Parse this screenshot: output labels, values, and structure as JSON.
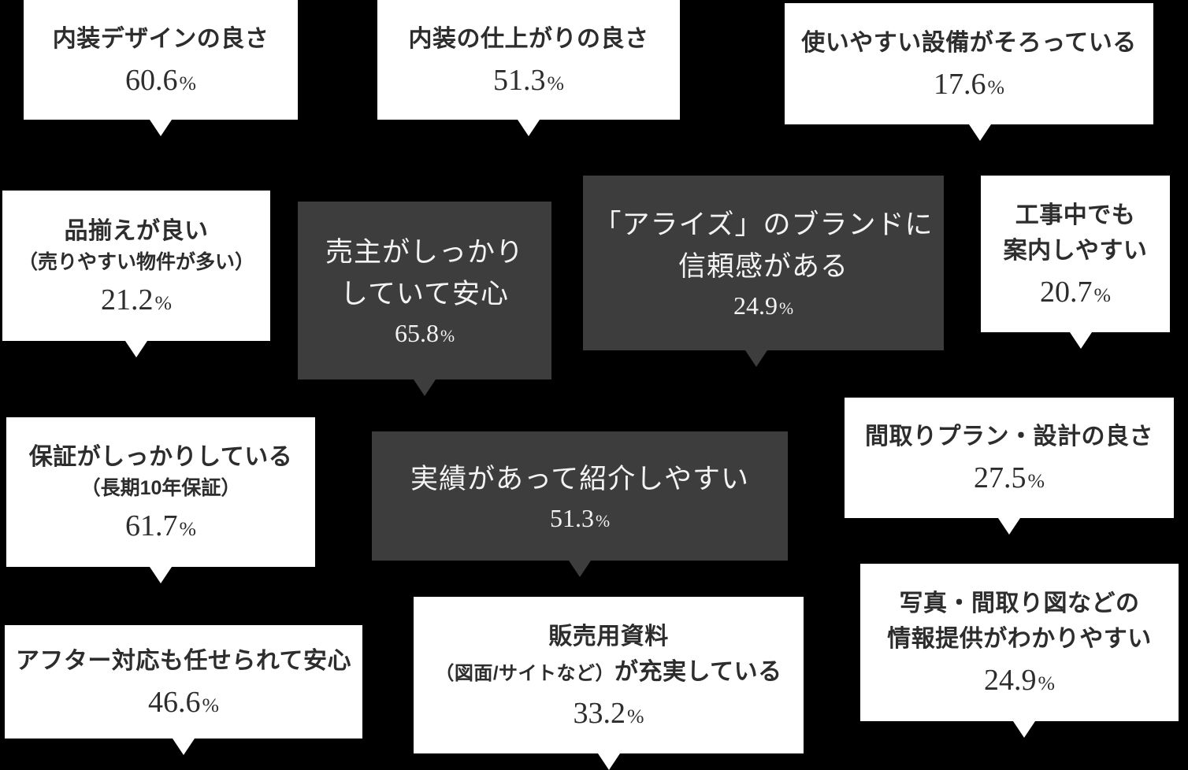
{
  "page": {
    "background_color": "#000000",
    "bubble_light_color": "#ffffff",
    "bubble_dark_color": "#3d3d3d",
    "text_dark_color": "#2d2d2d",
    "text_light_color": "#f3f3f3"
  },
  "bubbles": [
    {
      "name": "interior-design",
      "style": "light",
      "line1": "内装デザインの良さ",
      "percent": "60.6",
      "unit": "%"
    },
    {
      "name": "interior-finish",
      "style": "light",
      "line1": "内装の仕上がりの良さ",
      "percent": "51.3",
      "unit": "%"
    },
    {
      "name": "easy-to-use-equipment",
      "style": "light",
      "line1": "使いやすい設備がそろっている",
      "percent": "17.6",
      "unit": "%"
    },
    {
      "name": "good-product-lineup",
      "style": "light",
      "line1": "品揃えが良い",
      "subtitle": "（売りやすい物件が多い）",
      "percent": "21.2",
      "unit": "%"
    },
    {
      "name": "reliable-seller",
      "style": "dark",
      "line1": "売主がしっかり",
      "line2": "していて安心",
      "percent": "65.8",
      "unit": "%"
    },
    {
      "name": "arise-brand-trust",
      "style": "dark",
      "line1": "「アライズ」のブランドに",
      "line2": "信頼感がある",
      "percent": "24.9",
      "unit": "%"
    },
    {
      "name": "guide-during-construction",
      "style": "light",
      "line1": "工事中でも",
      "line2": "案内しやすい",
      "percent": "20.7",
      "unit": "%"
    },
    {
      "name": "solid-warranty",
      "style": "light",
      "line1": "保証がしっかりしている",
      "subtitle": "（長期10年保証）",
      "percent": "61.7",
      "unit": "%"
    },
    {
      "name": "proven-track-record",
      "style": "dark",
      "line1": "実績があって紹介しやすい",
      "percent": "51.3",
      "unit": "%"
    },
    {
      "name": "floor-plan-quality",
      "style": "light",
      "line1": "間取りプラン・設計の良さ",
      "percent": "27.5",
      "unit": "%"
    },
    {
      "name": "after-sales-support",
      "style": "light",
      "line1": "アフター対応も任せられて安心",
      "percent": "46.6",
      "unit": "%"
    },
    {
      "name": "sales-materials",
      "style": "light",
      "line1": "販売用資料",
      "line2_small": "（図面/サイトなど）",
      "line2": "が充実している",
      "percent": "33.2",
      "unit": "%"
    },
    {
      "name": "clear-information",
      "style": "light",
      "line1": "写真・間取り図などの",
      "line2": "情報提供がわかりやすい",
      "percent": "24.9",
      "unit": "%"
    }
  ]
}
